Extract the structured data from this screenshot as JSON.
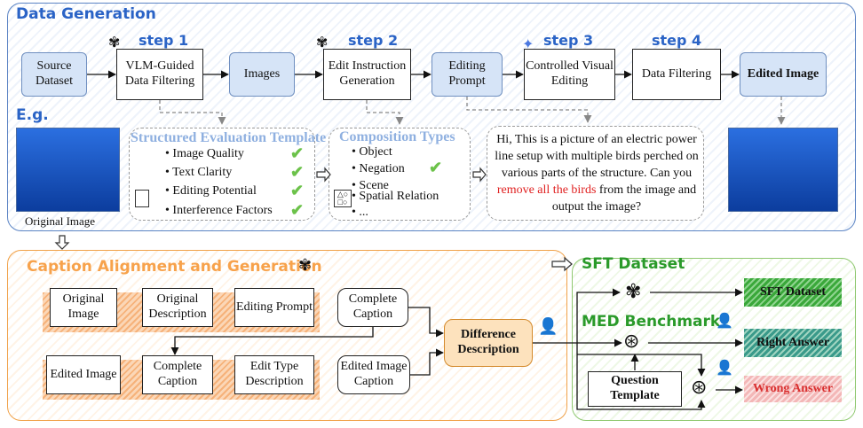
{
  "data_generation": {
    "title": "Data Generation",
    "steps": [
      "step 1",
      "step 2",
      "step 3",
      "step 4"
    ],
    "nodes": {
      "source_dataset": "Source Dataset",
      "vlm_filtering": "VLM-Guided Data Filtering",
      "images": "Images",
      "edit_instruction": "Edit Instruction Generation",
      "editing_prompt": "Editing Prompt",
      "controlled_editing": "Controlled Visual Editing",
      "data_filtering": "Data Filtering",
      "edited_image": "Edited Image"
    },
    "example_label": "E.g.",
    "original_image_caption": "Original Image",
    "evaluation_template": {
      "title": "Structured Evaluation Template",
      "items": [
        "Image Quality",
        "Text Clarity",
        "Editing Potential",
        "Interference Factors"
      ]
    },
    "composition_types": {
      "title": "Composition Types",
      "items": [
        "Object",
        "Negation",
        "Scene",
        "Spatial Relation",
        "..."
      ]
    },
    "prompt_example": {
      "before": "Hi, This is a picture of an electric power line setup with multiple birds perched on various parts of the structure. Can you ",
      "highlight": "remove all the birds",
      "after": " from the image and output the image?"
    }
  },
  "caption_alignment": {
    "title": "Caption Alignment and Generation",
    "row1": [
      "Original Image",
      "Original Description",
      "Editing Prompt"
    ],
    "complete_caption_top": "Complete Caption",
    "row2": [
      "Edited Image",
      "Complete Caption",
      "Edit Type Description"
    ],
    "edited_image_caption": "Edited Image Caption",
    "difference_description": "Difference Description"
  },
  "sft": {
    "title": "SFT Dataset",
    "benchmark_title": "MED Benchmark",
    "sft_bar": "SFT Dataset",
    "right_answer": "Right Answer",
    "wrong_answer": "Wrong Answer",
    "question_template": "Question Template"
  },
  "colors": {
    "blue_panel_border": "#5b84c4",
    "orange_panel_border": "#f0a24a",
    "green_panel_border": "#8fc870",
    "step_blue": "#2a63c6",
    "caption_orange": "#f7a24b",
    "sft_green": "#2a9a2a",
    "highlight_red": "#e02020"
  }
}
